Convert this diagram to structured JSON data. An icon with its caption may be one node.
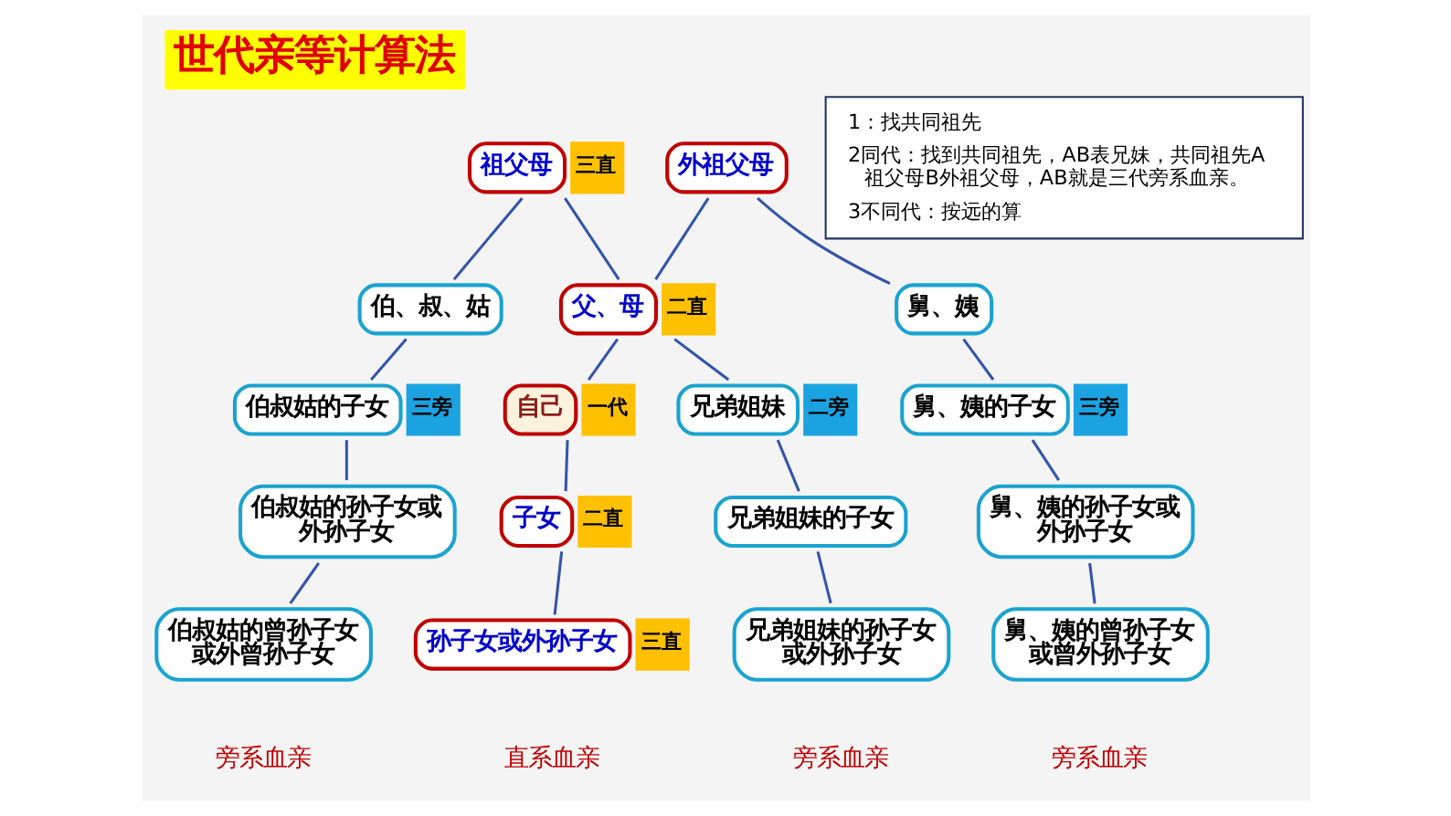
{
  "diagram": {
    "title": "世代亲等计算法",
    "nodes": [
      {
        "text": [
          "1：找共同祖先",
          "2同代：找到共同祖先，AB表兄妹，共同祖先A祖父母B外祖父母，AB就是三代旁系血亲。",
          "3不同代：按远的算"
        ]
      },
      {
        "text": [
          "祖父母"
        ],
        "beside": [
          "三直"
        ]
      },
      {
        "text": [
          "外祖父母"
        ]
      },
      {
        "text": [
          "伯、叔、姑"
        ]
      },
      {
        "text": [
          "父、母"
        ],
        "beside": [
          "二直"
        ]
      },
      {
        "text": [
          "舅、姨"
        ]
      },
      {
        "text": [
          "伯叔姑的子女"
        ],
        "beside": [
          "三旁"
        ]
      },
      {
        "text": [
          "自己"
        ],
        "beside": [
          "一代"
        ]
      },
      {
        "text": [
          "兄弟姐妹"
        ],
        "beside": [
          "二旁"
        ]
      },
      {
        "text": [
          "舅、姨的子女"
        ],
        "beside": [
          "三旁"
        ]
      },
      {
        "text": [
          "伯叔姑的孙子女或外孙子女"
        ]
      },
      {
        "text": [
          "子女"
        ],
        "beside": [
          "二直"
        ]
      },
      {
        "text": [
          "兄弟姐妹的子女"
        ]
      },
      {
        "text": [
          "舅、姨的孙子女或外孙子女"
        ]
      },
      {
        "text": [
          "伯叔姑的曾孙子女或外曾孙子女"
        ]
      },
      {
        "text": [
          "孙子女或外孙子女"
        ],
        "beside": [
          "三直"
        ]
      },
      {
        "text": [
          "兄弟姐妹的孙子女或外孙子女"
        ]
      },
      {
        "text": [
          "舅、姨的曾孙子女或曾外孙子女"
        ]
      }
    ],
    "edges": [
      {
        "from": 1,
        "to": 3,
        "arrow": "none"
      },
      {
        "from": 1,
        "to": 4,
        "arrow": "none"
      },
      {
        "from": 2,
        "to": 4,
        "arrow": "none"
      },
      {
        "from": 2,
        "to": 5,
        "arrow": "none"
      },
      {
        "from": 3,
        "to": 6,
        "arrow": "none"
      },
      {
        "from": 4,
        "to": 7,
        "arrow": "none"
      },
      {
        "from": 4,
        "to": 8,
        "arrow": "none"
      },
      {
        "from": 5,
        "to": 9,
        "arrow": "none"
      },
      {
        "from": 6,
        "to": 10,
        "arrow": "none"
      },
      {
        "from": 7,
        "to": 11,
        "arrow": "none"
      },
      {
        "from": 8,
        "to": 12,
        "arrow": "none"
      },
      {
        "from": 9,
        "to": 13,
        "arrow": "none"
      },
      {
        "from": 10,
        "to": 14,
        "arrow": "none"
      },
      {
        "from": 11,
        "to": 15,
        "arrow": "none"
      },
      {
        "from": 12,
        "to": 16,
        "arrow": "none"
      },
      {
        "from": 13,
        "to": 17,
        "arrow": "none"
      }
    ],
    "labels": [
      "旁系血亲",
      "直系血亲",
      "旁系血亲",
      "旁系血亲"
    ]
  }
}
